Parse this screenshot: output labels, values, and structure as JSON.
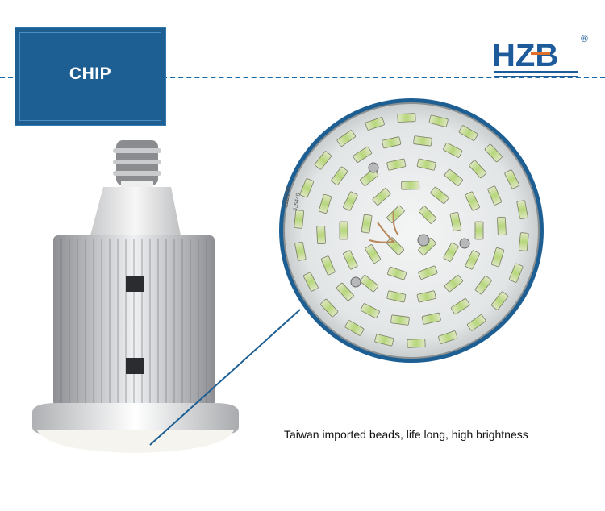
{
  "header": {
    "section_label": "CHIP",
    "brand": "HZB",
    "registered_mark": "®"
  },
  "caption": "Taiwan imported beads, life long, high brightness",
  "led_board": {
    "markings": [
      "110MM",
      "JJ5449"
    ]
  },
  "colors": {
    "accent_blue": "#1e5f93",
    "brand_blue": "#1d5b9a",
    "brand_orange": "#e0712a",
    "dashed_line": "#1a6aa6"
  }
}
